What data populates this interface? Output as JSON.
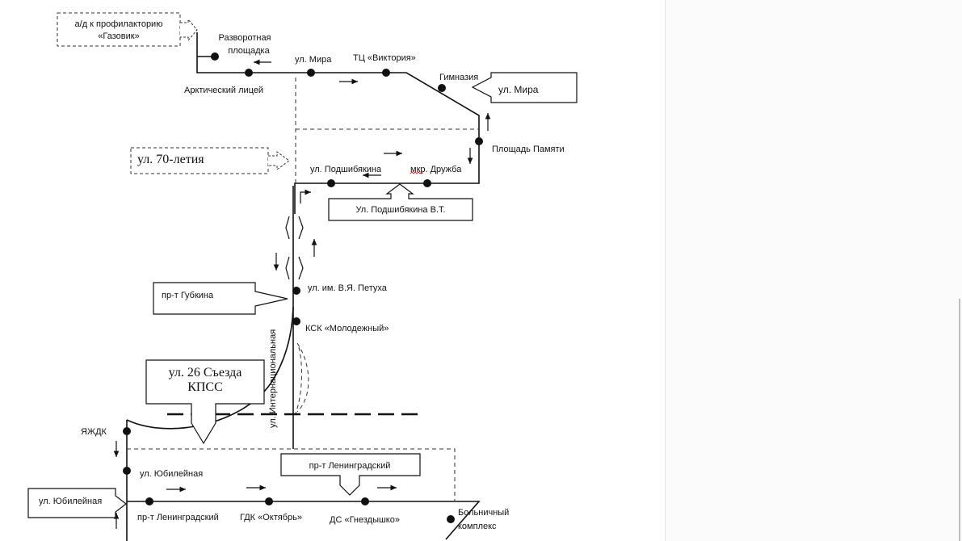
{
  "callouts": {
    "gazovik_line1": "а/д к профилакторию",
    "gazovik_line2": "«Газовик»",
    "mira_right": "ул. Мира",
    "let70": "ул. 70-летия",
    "podshibyakina_vt": "Ул. Подшибякина В.Т.",
    "gubkina": "пр-т Губкина",
    "s26_line1": "ул. 26 Съезда",
    "s26_line2": "КПСС",
    "leningradsky_box": "пр-т Ленинградский",
    "yubileynaya_box": "ул. Юбилейная"
  },
  "stops": {
    "razvorotnaya_line1": "Разворотная",
    "razvorotnaya_line2": "площадка",
    "mira": "ул. Мира",
    "viktoria": "ТЦ «Виктория»",
    "gimnazia": "Гимназия",
    "arktichesky": "Арктический лицей",
    "ploshad_pamyati": "Площадь Памяти",
    "podshibyakina": "ул. Подшибякина",
    "druzhba": "мкр. Дружба",
    "petukha": "ул. им. В.Я. Петуха",
    "ksk": "КСК «Молодежный»",
    "yazhdk": "ЯЖДК",
    "yubileynaya": "ул. Юбилейная",
    "leningradsky": "пр-т Ленинградский",
    "gdk": "ГДК «Октябрь»",
    "gnezdyshko": "ДС «Гнездышко»",
    "bolnichny_line1": "Больничный",
    "bolnichny_line2": "комплекс"
  },
  "streets": {
    "internatsionalnaya": "ул. Интернациональная"
  }
}
